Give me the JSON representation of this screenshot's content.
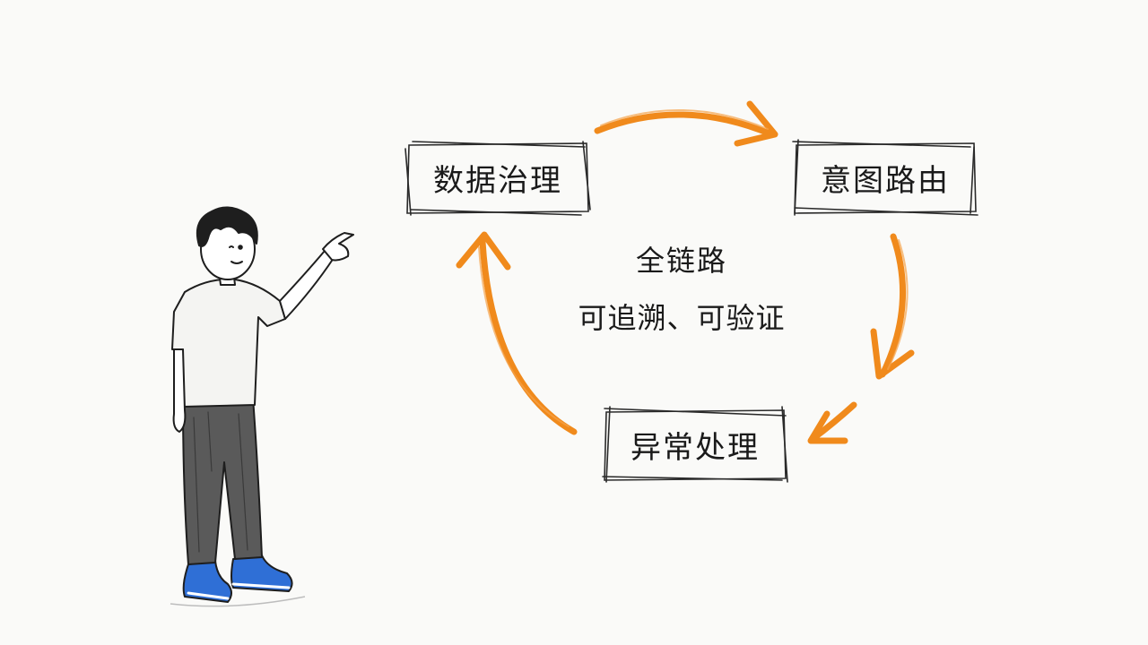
{
  "diagram": {
    "nodes": [
      {
        "id": "data-governance",
        "label": "数据治理"
      },
      {
        "id": "intent-routing",
        "label": "意图路由"
      },
      {
        "id": "exception-handling",
        "label": "异常处理"
      }
    ],
    "center": {
      "title": "全链路",
      "subtitle": "可追溯、可验证"
    },
    "edges": [
      {
        "from": "data-governance",
        "to": "intent-routing"
      },
      {
        "from": "intent-routing",
        "to": "exception-handling"
      },
      {
        "from": "exception-handling",
        "to": "data-governance"
      }
    ],
    "arrow_color": "#f08a1c",
    "box_stroke_color": "#2a2a2a",
    "person": {
      "shirt_color": "#f4f4f2",
      "pants_color": "#5a5a5a",
      "shoe_color": "#2f6fd6"
    }
  }
}
